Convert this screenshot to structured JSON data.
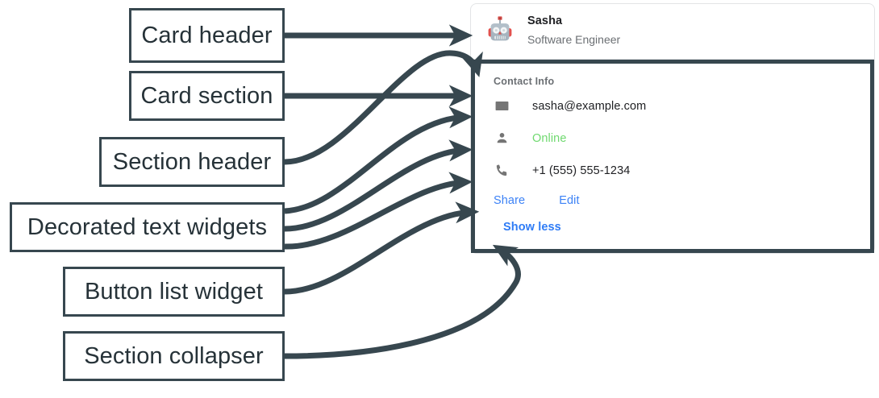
{
  "annotations": [
    {
      "id": "card-header",
      "label": "Card header"
    },
    {
      "id": "card-section",
      "label": "Card section"
    },
    {
      "id": "section-header",
      "label": "Section header"
    },
    {
      "id": "decorated-text",
      "label": "Decorated text widgets"
    },
    {
      "id": "button-list",
      "label": "Button list widget"
    },
    {
      "id": "section-collapser",
      "label": "Section collapser"
    }
  ],
  "card": {
    "header": {
      "avatar_icon": "robot-avatar-icon",
      "title": "Sasha",
      "subtitle": "Software Engineer"
    },
    "section": {
      "header": "Contact Info",
      "rows": [
        {
          "icon": "email-icon",
          "text": "sasha@example.com",
          "style": "default"
        },
        {
          "icon": "person-icon",
          "text": "Online",
          "style": "online"
        },
        {
          "icon": "phone-icon",
          "text": "+1 (555) 555-1234",
          "style": "default"
        }
      ],
      "buttons": [
        {
          "label": "Share"
        },
        {
          "label": "Edit"
        }
      ],
      "collapser": {
        "label": "Show less"
      }
    }
  },
  "colors": {
    "annotation_stroke": "#37474f",
    "link_blue": "#3c82f6",
    "collapser_blue": "#2f7cf6",
    "online_green": "#6fd96f",
    "muted_gray": "#6b6f73",
    "text_dark": "#202124",
    "card_border": "#e3e4e6"
  }
}
